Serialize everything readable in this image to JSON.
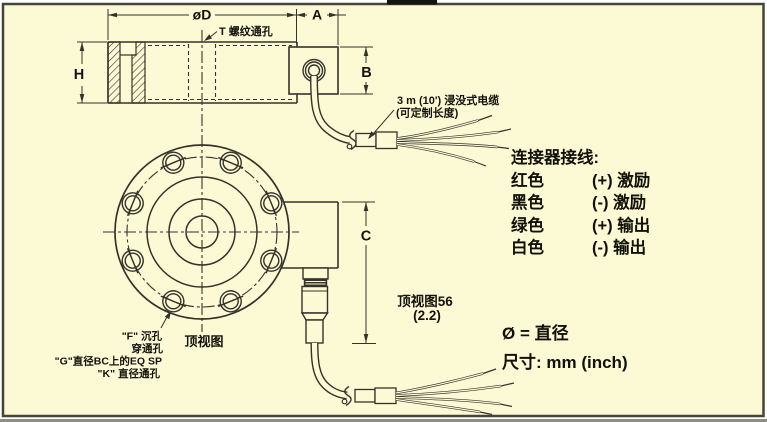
{
  "colors": {
    "panel": "#fcf9d5",
    "line": "#34332a",
    "border": "#45443a",
    "bottom_strip": "#8e8e84",
    "top_bar": "#15150f",
    "text": "#14130b"
  },
  "side_view": {
    "dim_d_label": "øD",
    "dim_a_label": "A",
    "dim_h_label": "H",
    "dim_b_label": "B",
    "thread_label": "T 螺纹通孔",
    "cable_label_line1": "3 m (10') 浸没式电缆",
    "cable_label_line2": "(可定制长度)"
  },
  "top_view": {
    "caption": "顶视图",
    "dim_c_label": "C",
    "connector_label_line1": "顶视图56",
    "connector_label_line2": "(2.2)",
    "hole_note_line1": "\"F\" 沉孔",
    "hole_note_line2": "穿通孔",
    "hole_note_line3": "\"G\"直径BC上的EQ SP",
    "hole_note_line4": "\"K\" 直径通孔"
  },
  "wiring": {
    "title": "连接器接线:",
    "rows": [
      {
        "color": "红色",
        "signal": "(+) 激励"
      },
      {
        "color": "黑色",
        "signal": "(-) 激励"
      },
      {
        "color": "绿色",
        "signal": "(+) 输出"
      },
      {
        "color": "白色",
        "signal": "(-) 输出"
      }
    ]
  },
  "notes": {
    "diameter": "Ø = 直径",
    "units": "尺寸:  mm (inch)"
  }
}
